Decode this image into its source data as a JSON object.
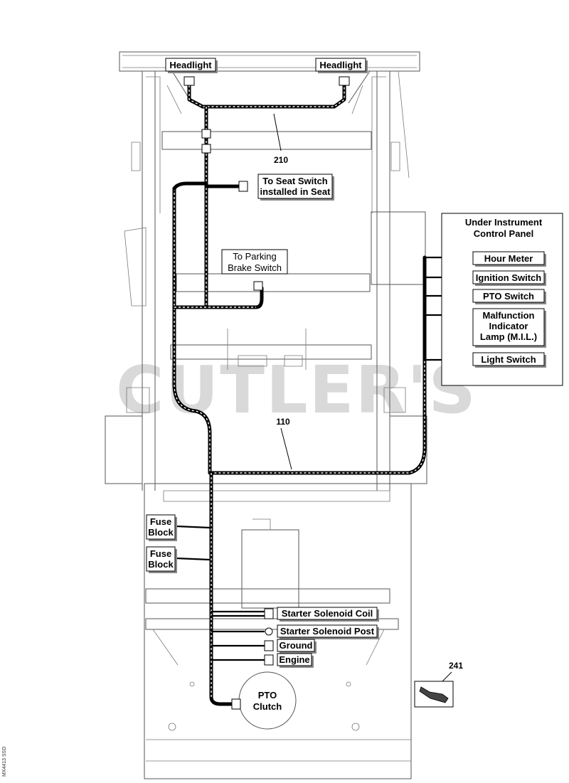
{
  "watermark": "CUTLER'S",
  "panel_title": [
    "Under Instrument",
    "Control Panel"
  ],
  "labels": {
    "headlight_left": "Headlight",
    "headlight_right": "Headlight",
    "seat_switch": [
      "To Seat Switch",
      "installed in Seat"
    ],
    "parking_brake": [
      "To Parking",
      "Brake Switch"
    ],
    "hour_meter": "Hour Meter",
    "ignition_switch": "Ignition Switch",
    "pto_switch": "PTO Switch",
    "mil": [
      "Malfunction",
      "Indicator",
      "Lamp (M.I.L.)"
    ],
    "light_switch": "Light Switch",
    "fuse_block_1": [
      "Fuse",
      "Block"
    ],
    "fuse_block_2": [
      "Fuse",
      "Block"
    ],
    "starter_coil": "Starter Solenoid Coil",
    "starter_post": "Starter Solenoid Post",
    "ground": "Ground",
    "engine": "Engine",
    "pto_clutch": [
      "PTO",
      "Clutch"
    ]
  },
  "refs": {
    "r210": "210",
    "r110": "110",
    "r241": "241"
  },
  "side_code": "MX4413 SSD",
  "colors": {
    "ink": "#000000",
    "frame": "#555555",
    "watermark": "#d9d9d9"
  }
}
